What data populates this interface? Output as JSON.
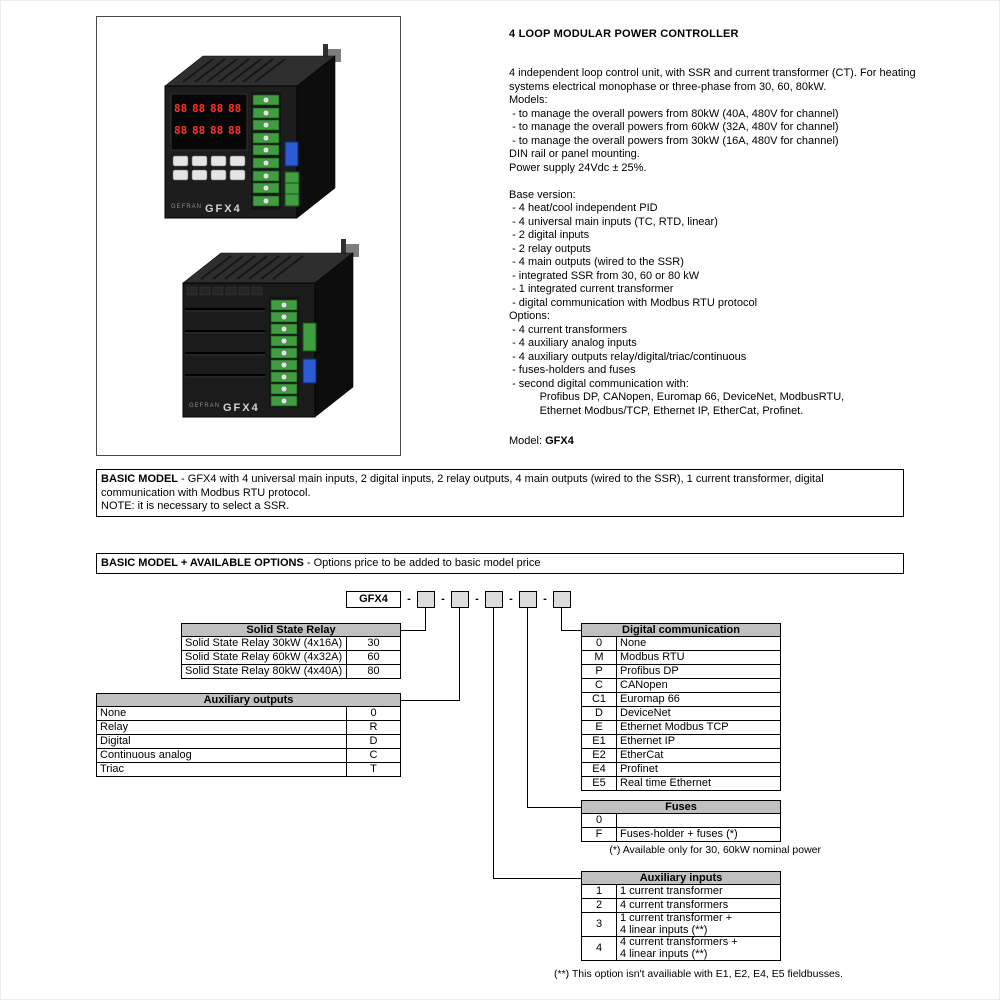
{
  "header": {
    "title": "4 LOOP MODULAR POWER CONTROLLER",
    "description_lines": [
      "4 independent loop control unit, with SSR and current transformer (CT). For heating",
      "systems electrical monophase or three-phase from 30, 60, 80kW.",
      "Models:",
      " - to manage the overall powers from 80kW (40A, 480V for channel)",
      " - to manage the overall powers from 60kW (32A, 480V for channel)",
      " - to manage the overall powers from 30kW (16A, 480V for channel)",
      "DIN rail or panel mounting.",
      "Power supply 24Vdc ± 25%.",
      "",
      "Base version:",
      " - 4 heat/cool independent PID",
      " - 4 universal main inputs (TC, RTD, linear)",
      " - 2 digital inputs",
      " - 2 relay outputs",
      " - 4 main outputs (wired to the SSR)",
      " - integrated SSR from 30, 60 or 80 kW",
      " - 1 integrated current transformer",
      " - digital communication with Modbus RTU protocol",
      "Options:",
      " - 4 current transformers",
      " - 4 auxiliary analog inputs",
      " - 4 auxiliary outputs relay/digital/triac/continuous",
      " - fuses-holders and fuses",
      " - second digital communication with:",
      "          Profibus DP, CANopen, Euromap 66, DeviceNet, ModbusRTU,",
      "          Ethernet Modbus/TCP, Ethernet IP, EtherCat, Profinet."
    ],
    "model_line": {
      "label": "Model: ",
      "value": "GFX4"
    }
  },
  "product": {
    "model_label": "GFX4",
    "brand": "GEFRAN"
  },
  "basic_model": {
    "heading": "BASIC MODEL",
    "text": " - GFX4 with 4 universal main inputs, 2 digital inputs, 2 relay outputs, 4 main outputs (wired to the SSR), 1 current transformer, digital communication with Modbus RTU protocol.",
    "note": "NOTE: it is necessary to select a SSR."
  },
  "options_header": {
    "heading": "BASIC MODEL + AVAILABLE OPTIONS",
    "text": " - Options price to be added to basic model price"
  },
  "order_code": {
    "model": "GFX4",
    "separator": "-"
  },
  "tables": {
    "ssr": {
      "title": "Solid State Relay",
      "code_first": false,
      "rows": [
        {
          "label": "Solid State Relay 30kW (4x16A)",
          "code": "30"
        },
        {
          "label": "Solid State Relay 60kW (4x32A)",
          "code": "60"
        },
        {
          "label": "Solid State Relay 80kW (4x40A)",
          "code": "80"
        }
      ]
    },
    "aux_outputs": {
      "title": "Auxiliary outputs",
      "code_first": false,
      "rows": [
        {
          "label": "None",
          "code": "0"
        },
        {
          "label": "Relay",
          "code": "R"
        },
        {
          "label": "Digital",
          "code": "D"
        },
        {
          "label": "Continuous analog",
          "code": "C"
        },
        {
          "label": "Triac",
          "code": "T"
        }
      ]
    },
    "digital_comm": {
      "title": "Digital communication",
      "code_first": true,
      "rows": [
        {
          "code": "0",
          "label": "None"
        },
        {
          "code": "M",
          "label": "Modbus RTU"
        },
        {
          "code": "P",
          "label": "Profibus DP"
        },
        {
          "code": "C",
          "label": "CANopen"
        },
        {
          "code": "C1",
          "label": "Euromap 66"
        },
        {
          "code": "D",
          "label": "DeviceNet"
        },
        {
          "code": "E",
          "label": "Ethernet Modbus TCP"
        },
        {
          "code": "E1",
          "label": "Ethernet IP"
        },
        {
          "code": "E2",
          "label": "EtherCat"
        },
        {
          "code": "E4",
          "label": "Profinet"
        },
        {
          "code": "E5",
          "label": "Real time Ethernet"
        }
      ]
    },
    "fuses": {
      "title": "Fuses",
      "code_first": true,
      "rows": [
        {
          "code": "0",
          "label": ""
        },
        {
          "code": "F",
          "label": "Fuses-holder + fuses (*)"
        }
      ],
      "note": "(*) Available only for 30, 60kW nominal power"
    },
    "aux_inputs": {
      "title": "Auxiliary inputs",
      "code_first": true,
      "rows": [
        {
          "code": "1",
          "label": "1 current transformer"
        },
        {
          "code": "2",
          "label": "4 current transformers"
        },
        {
          "code": "3",
          "label": "1 current transformer +\n4 linear inputs (**)"
        },
        {
          "code": "4",
          "label": "4 current transformers +\n4 linear inputs (**)"
        }
      ],
      "note": "(**) This option isn't availiable with E1, E2, E4, E5 fieldbusses."
    }
  },
  "colors": {
    "table_header_bg": "#c0c0c0",
    "terminal_green": "#3f9e3f",
    "display_red": "#ff3522",
    "connector_blue": "#2b5cd6"
  }
}
